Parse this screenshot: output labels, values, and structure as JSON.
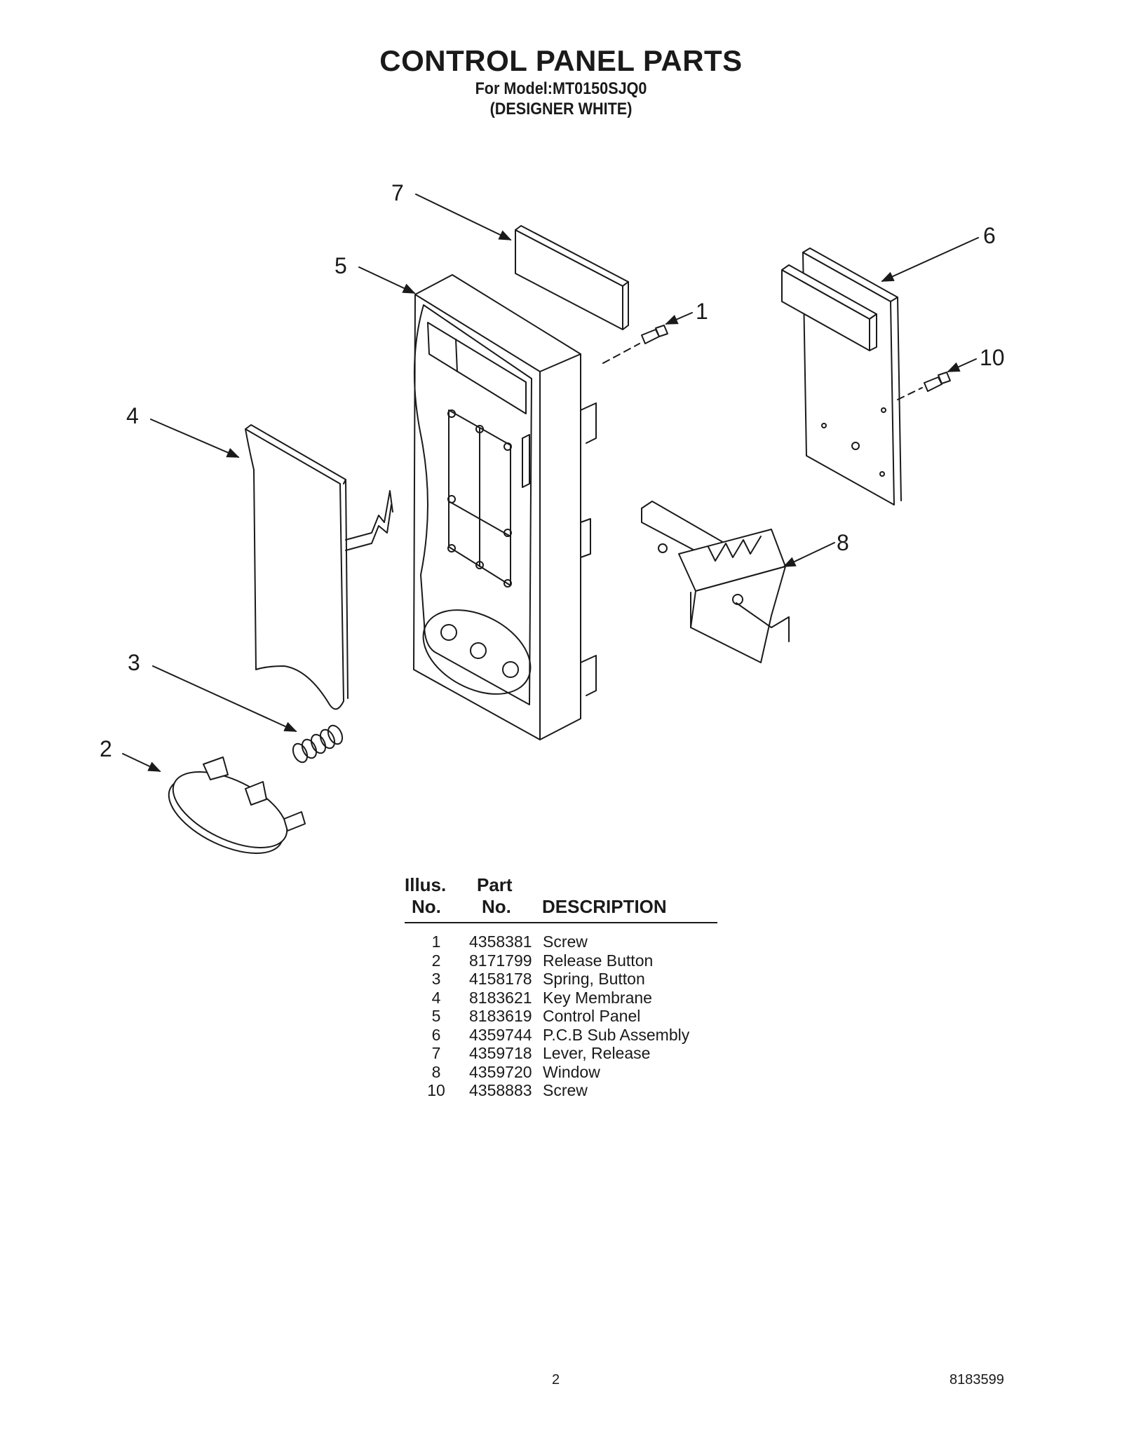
{
  "header": {
    "title": "CONTROL PANEL PARTS",
    "model": "For Model:MT0150SJQ0",
    "color": "(DESIGNER WHITE)"
  },
  "diagram": {
    "callouts": [
      "1",
      "2",
      "3",
      "4",
      "5",
      "6",
      "7",
      "8",
      "10"
    ]
  },
  "parts_table": {
    "headers": {
      "illus_line1": "Illus.",
      "illus_line2": "No.",
      "part_line1": "Part",
      "part_line2": "No.",
      "description": "DESCRIPTION"
    },
    "rows": [
      {
        "illus": "1",
        "part": "4358381",
        "description": "Screw"
      },
      {
        "illus": "2",
        "part": "8171799",
        "description": "Release Button"
      },
      {
        "illus": "3",
        "part": "4158178",
        "description": "Spring, Button"
      },
      {
        "illus": "4",
        "part": "8183621",
        "description": "Key Membrane"
      },
      {
        "illus": "5",
        "part": "8183619",
        "description": "Control Panel"
      },
      {
        "illus": "6",
        "part": "4359744",
        "description": "P.C.B Sub Assembly"
      },
      {
        "illus": "7",
        "part": "4359718",
        "description": "Lever, Release"
      },
      {
        "illus": "8",
        "part": "4359720",
        "description": "Window"
      },
      {
        "illus": "10",
        "part": "4358883",
        "description": "Screw"
      }
    ]
  },
  "footer": {
    "page_number": "2",
    "doc_number": "8183599"
  }
}
